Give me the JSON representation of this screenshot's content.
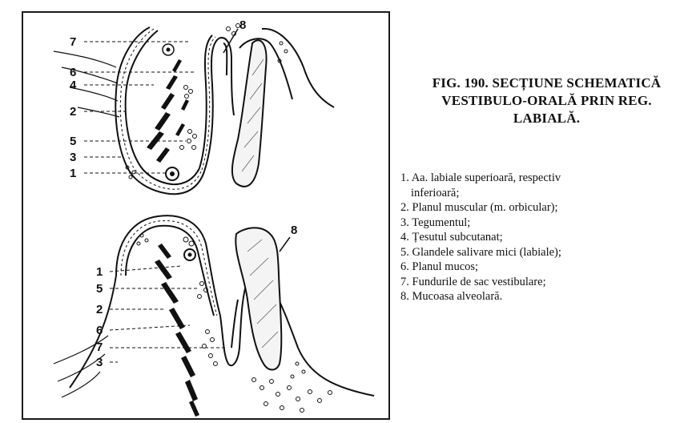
{
  "figure": {
    "caption_lines": [
      "FIG. 190. SECȚIUNE SCHEMATICĂ",
      "VESTIBULO-ORALĂ PRIN REG.",
      "LABIALĂ."
    ],
    "legend": [
      "1. Aa. labiale superioară, respectiv",
      "inferioară;",
      "2. Planul muscular (m. orbicular);",
      "3. Tegumentul;",
      "4. Țesutul subcutanat;",
      "5. Glandele salivare mici (labiale);",
      "6. Planul mucos;",
      "7. Fundurile de sac vestibulare;",
      "8. Mucoasa alveolară."
    ],
    "labels_upper": [
      "7",
      "6",
      "4",
      "2",
      "5",
      "3",
      "1"
    ],
    "labels_lower": [
      "1",
      "5",
      "2",
      "6",
      "7",
      "3"
    ],
    "label_8": "8"
  }
}
